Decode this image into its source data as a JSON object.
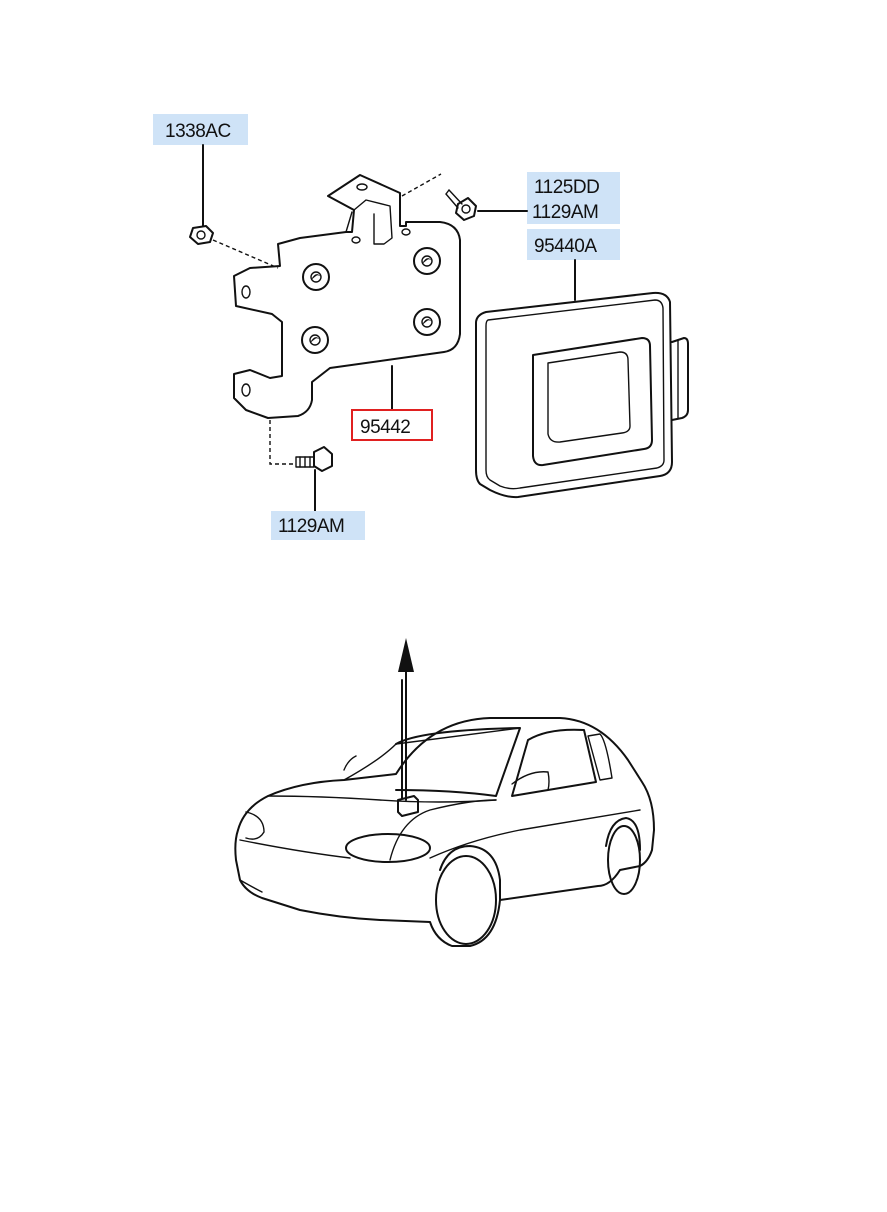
{
  "parts": [
    {
      "id": "p1",
      "code": "1338AC",
      "highlighted": false
    },
    {
      "id": "p2",
      "code": "1125DD",
      "highlighted": false
    },
    {
      "id": "p3",
      "code": "1129AM",
      "highlighted": false
    },
    {
      "id": "p4",
      "code": "95440A",
      "highlighted": false
    },
    {
      "id": "p5",
      "code": "95442",
      "highlighted": true
    },
    {
      "id": "p6",
      "code": "1129AM",
      "highlighted": false
    }
  ],
  "colors": {
    "label_background": "#cfe3f7",
    "highlight_border": "#e02020",
    "line": "#111111"
  }
}
